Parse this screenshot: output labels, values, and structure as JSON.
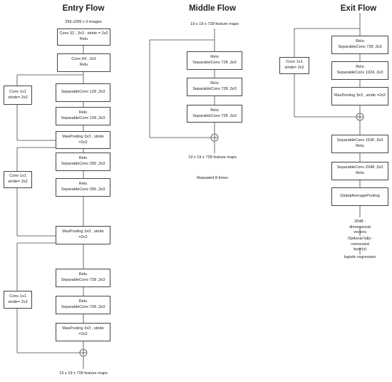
{
  "titles": {
    "entry": "Entry Flow",
    "middle": "Middle Flow",
    "exit": "Exit Flow"
  },
  "entry": {
    "input": "299 x299 x 3 images",
    "conv1": "Conv 32 , 3x3 , stride = 2x2\nRelu",
    "conv2": "Conv 64 , 3x3\nRelu",
    "skip1": "Conv 1x1\nstride= 2x2",
    "b1_sep1": "SeparableConv 128 ,3x3",
    "b1_sep2": "Relu\nSeparableConv 128 ,3x3",
    "b1_pool": "MaxPooling 3x3 , stride =2x2",
    "skip2": "Conv 1x1\nstride= 2x2",
    "b2_sep1": "Relu\nSeparableConv 256 ,3x3",
    "b2_sep2": "Relu\nSeparableConv 256 ,3x3",
    "b2_pool": "MaxPooling 3x3 , stride =2x2",
    "skip3": "Conv 1x1\nstride= 2x2",
    "b3_sep1": "Relu\nSeparableConv 728 ,3x3",
    "b3_sep2": "Relu\nSeparableConv 728 ,3x3",
    "b3_pool": "MaxPooling 3x3 , stride =2x2",
    "output": "19 x 19 x 728 feature maps"
  },
  "middle": {
    "input": "19 x 19 x 728 feature maps",
    "sep1": "Relu\nSeparableConv 728 ,3x3",
    "sep2": "Relu\nSeparableConv 728 ,3x3",
    "sep3": "Relu\nSeparableConv 728 ,3x3",
    "output": "19 x 19 x 728 feature maps",
    "repeat": "Repeated 8 times"
  },
  "exit": {
    "skip": "Conv 1x1\nstride= 2x2",
    "sep1": "Relu\nSeparableConv 728 ,3x3",
    "sep2": "Relu\nSeparableConv 1024 ,3x3",
    "pool": "MaxPooling 3x3 , stride =2x2",
    "sep3": "SeparableConv 1536 ,3x3\nRelu",
    "sep4": "SeparableConv 2048 ,3x3\nRelu",
    "gap": "GlobalAveragePooling",
    "vectors": "2048 - dimensional vectors",
    "fc": "Optional fully-connected\nlayer(s)",
    "logreg": "logistic regression"
  },
  "colors": {
    "line": "#444444",
    "box_border": "#444444",
    "text": "#222222"
  },
  "icons": [
    "add-node-icon"
  ]
}
